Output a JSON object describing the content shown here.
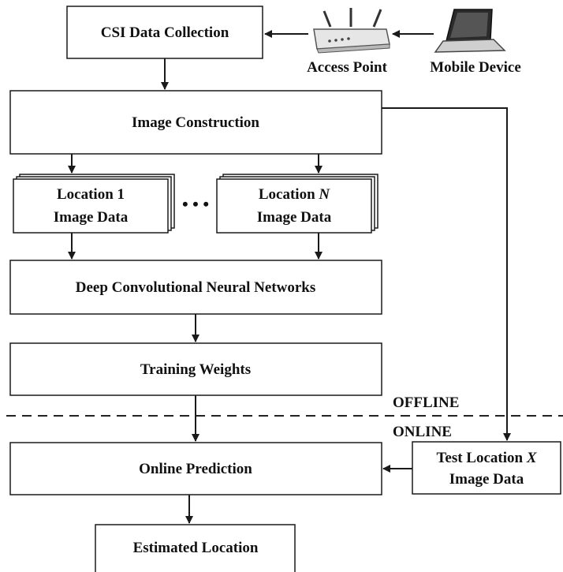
{
  "blocks": {
    "csi_collection": "CSI Data Collection",
    "image_construction": "Image Construction",
    "location_1": {
      "line1": "Location 1",
      "line2": "Image Data"
    },
    "location_n": {
      "line1_prefix": "Location ",
      "line1_var": "N",
      "line2": "Image Data"
    },
    "ellipsis": "• • •",
    "dcnn": "Deep Convolutional Neural Networks",
    "training_weights": "Training Weights",
    "online_prediction": "Online Prediction",
    "test_location": {
      "line1_prefix": "Test Location ",
      "line1_var": "X",
      "line2": "Image Data"
    },
    "estimated_location": "Estimated Location"
  },
  "devices": {
    "access_point": {
      "label": "Access Point",
      "icon": "wifi-router-icon"
    },
    "mobile_device": {
      "label": "Mobile Device",
      "icon": "laptop-icon"
    }
  },
  "phases": {
    "offline": "OFFLINE",
    "online": "ONLINE"
  }
}
